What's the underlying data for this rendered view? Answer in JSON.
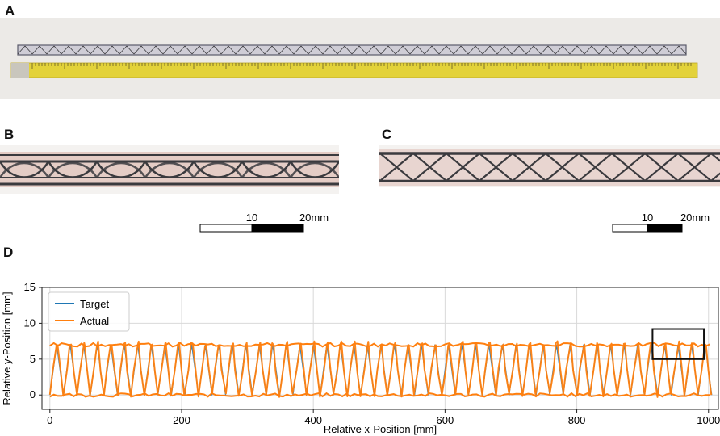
{
  "panels": {
    "a": "A",
    "b": "B",
    "c": "C",
    "d": "D"
  },
  "scale_bars": {
    "b": {
      "mid_label": "10",
      "end_label": "20mm"
    },
    "c": {
      "mid_label": "10",
      "end_label": "20mm"
    }
  },
  "colors": {
    "target": "#1f77b4",
    "actual": "#ff7f0e",
    "tape_yellow": "#e3d23a",
    "photo_bg": "#eceae7",
    "polymer_pink": "#d9b2a8",
    "strand_dark": "#3a3a3e"
  },
  "chart_data": {
    "type": "line",
    "xlabel": "Relative x-Position [mm]",
    "ylabel": "Relative y-Position [mm]",
    "xlim": [
      -12,
      1015
    ],
    "ylim": [
      -2,
      15
    ],
    "xticks": [
      0,
      200,
      400,
      600,
      800,
      1000
    ],
    "yticks": [
      0,
      5,
      10,
      15
    ],
    "grid": true,
    "legend_position": "upper-left",
    "series": [
      {
        "name": "Target",
        "zigzag_y": [
          0,
          7
        ],
        "x_range": [
          0,
          1005
        ],
        "segments": 98
      },
      {
        "name": "Actual",
        "zigzag_y": [
          0,
          7
        ],
        "x_range": [
          0,
          1005
        ],
        "segments": 98
      }
    ],
    "annotation_box": {
      "x": [
        915,
        993
      ],
      "y": [
        5,
        9.2
      ]
    }
  }
}
